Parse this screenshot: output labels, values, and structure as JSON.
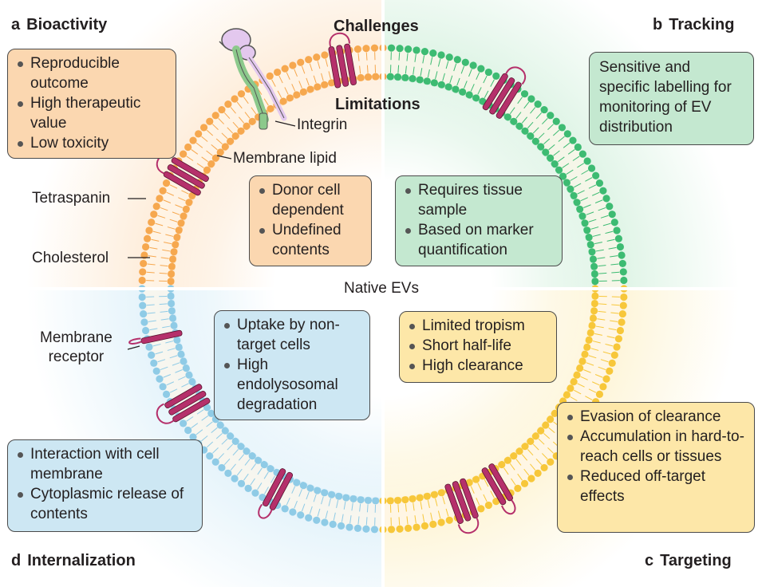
{
  "headings": {
    "challenges": "Challenges",
    "limitations": "Limitations",
    "center": "Native EVs"
  },
  "panels": {
    "a": {
      "letter": "a",
      "title": "Bioactivity"
    },
    "b": {
      "letter": "b",
      "title": "Tracking"
    },
    "c": {
      "letter": "c",
      "title": "Targeting"
    },
    "d": {
      "letter": "d",
      "title": "Internalization"
    }
  },
  "challenge_boxes": {
    "bioactivity": [
      "Reproducible outcome",
      "High therapeutic value",
      "Low toxicity"
    ],
    "tracking": "Sensitive and specific labelling for monitoring of EV distribution",
    "targeting": [
      "Evasion of clearance",
      "Accumulation in hard-to-reach cells or tissues",
      "Reduced off-target effects"
    ],
    "internalization": [
      "Interaction with cell membrane",
      "Cytoplasmic release of contents"
    ]
  },
  "limitation_boxes": {
    "bioactivity": [
      "Donor cell dependent",
      "Undefined contents"
    ],
    "tracking": [
      "Requires tissue sample",
      "Based on marker quantification"
    ],
    "targeting": [
      "Limited tropism",
      "Short half-life",
      "High clearance"
    ],
    "internalization": [
      "Uptake by non-target cells",
      "High endolysosomal degradation"
    ]
  },
  "component_labels": {
    "integrin": "Integrin",
    "membrane_lipid": "Membrane lipid",
    "tetraspanin": "Tetraspanin",
    "cholesterol": "Cholesterol",
    "membrane_receptor_line1": "Membrane",
    "membrane_receptor_line2": "receptor"
  },
  "colors": {
    "orange_quadrant": "#f6a84f",
    "green_quadrant": "#3dbb72",
    "blue_quadrant": "#8fcbe6",
    "yellow_quadrant": "#f7c73a",
    "protein": "#b5306b"
  }
}
